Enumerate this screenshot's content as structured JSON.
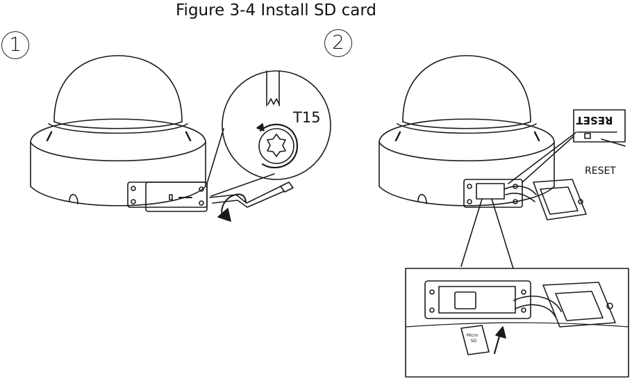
{
  "figure": {
    "caption": "Figure 3-4 Install SD card"
  },
  "steps": [
    {
      "number": "1"
    },
    {
      "number": "2"
    }
  ],
  "labels": {
    "tool": "T15",
    "reset_button": "RESET",
    "reset_silk": "RESET",
    "card_line1": "Micro",
    "card_line2": "SD"
  }
}
